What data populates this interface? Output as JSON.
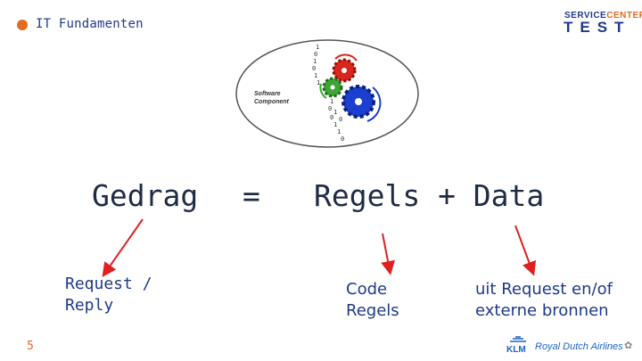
{
  "header": {
    "section_title": "IT Fundamenten",
    "logo_top_a": "SERVICE",
    "logo_top_b": "CENTER",
    "logo_bottom": "TEST"
  },
  "diagram": {
    "label_line1": "Software",
    "label_line2": "Component",
    "bits_top": [
      "1",
      "0",
      "1",
      "0",
      "1",
      "1"
    ],
    "bits_bottom": [
      "1",
      "0",
      "1",
      "0",
      "0",
      "1",
      "1",
      "0"
    ],
    "gear_colors": {
      "red": "#d9261c",
      "green": "#3fa535",
      "blue": "#1d3fd0"
    }
  },
  "equation": {
    "left": "Gedrag",
    "operator": "=",
    "right": "Regels + Data"
  },
  "descriptions": {
    "request_line1": "Request /",
    "request_line2": "Reply",
    "code_line1": "Code",
    "code_line2": "Regels",
    "bronnen_line1": "uit Request en/of",
    "bronnen_line2": "externe bronnen"
  },
  "footer": {
    "page_number": "5",
    "logo_text": "KLM",
    "tagline": "Royal Dutch Airlines"
  },
  "colors": {
    "accent": "#e36c1e",
    "text": "#1f2a44",
    "brand": "#1f3a8a",
    "arrow": "#e02020"
  }
}
